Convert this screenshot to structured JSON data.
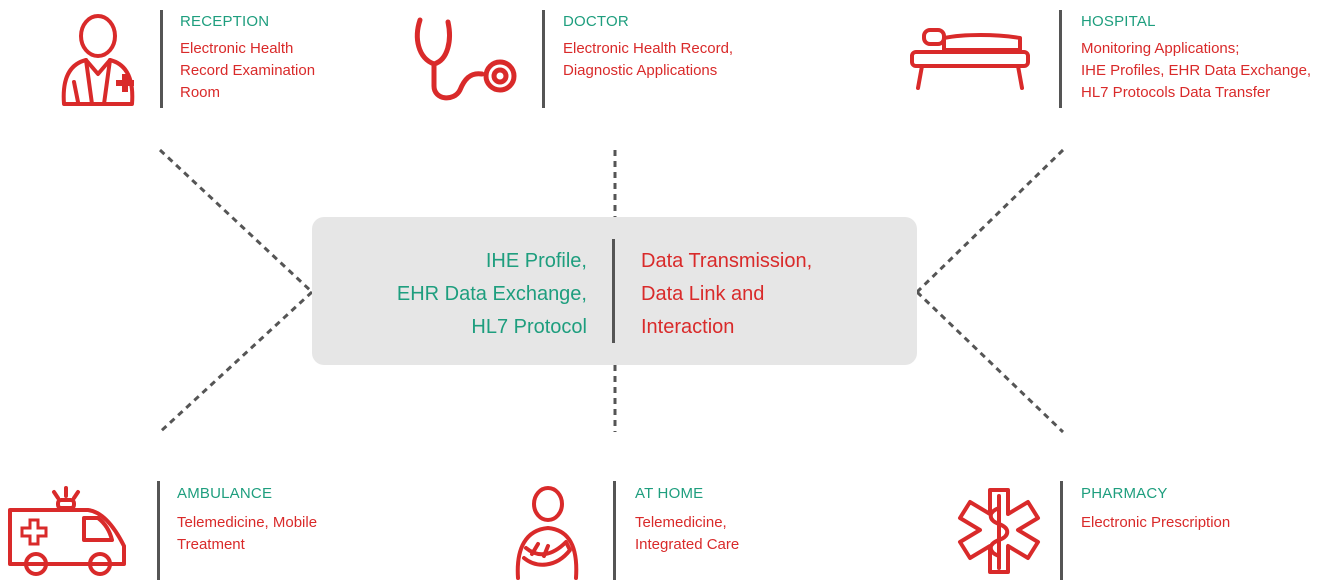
{
  "colors": {
    "accent_green": "#1e9e7e",
    "accent_red": "#d92a2a",
    "divider": "#555555",
    "hub_background": "#e6e6e6"
  },
  "hub": {
    "left_lines": [
      "IHE Profile,",
      "EHR Data Exchange,",
      "HL7 Protocol"
    ],
    "right_lines": [
      "Data Transmission,",
      "Data Link and",
      "Interaction"
    ]
  },
  "nodes": {
    "reception": {
      "title": "RECEPTION",
      "lines": [
        "Electronic Health",
        "Record Examination",
        "Room"
      ],
      "icon": "doctor-person-icon"
    },
    "doctor": {
      "title": "DOCTOR",
      "lines": [
        "Electronic Health Record,",
        "Diagnostic Applications"
      ],
      "icon": "stethoscope-icon"
    },
    "hospital": {
      "title": "HOSPITAL",
      "lines": [
        "Monitoring Applications;",
        "IHE Profiles, EHR Data Exchange,",
        "HL7 Protocols Data Transfer"
      ],
      "icon": "hospital-bed-icon"
    },
    "ambulance": {
      "title": "AMBULANCE",
      "lines": [
        "Telemedicine, Mobile",
        "Treatment"
      ],
      "icon": "ambulance-icon"
    },
    "at_home": {
      "title": "AT HOME",
      "lines": [
        "Telemedicine,",
        "Integrated Care"
      ],
      "icon": "patient-sling-icon"
    },
    "pharmacy": {
      "title": "PHARMACY",
      "lines": [
        "Electronic Prescription"
      ],
      "icon": "star-of-life-icon"
    }
  }
}
